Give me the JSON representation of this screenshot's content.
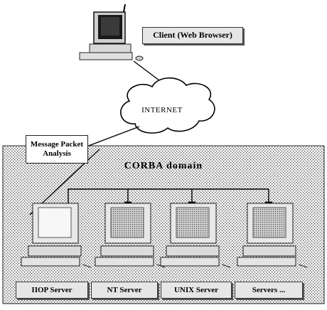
{
  "client": {
    "label": "Client (Web Browser)"
  },
  "network": {
    "label": "INTERNET"
  },
  "analysis": {
    "line1": "Message Packet",
    "line2": "Analysis"
  },
  "domain": {
    "title": "CORBA domain"
  },
  "servers": [
    {
      "label": "IIOP Server"
    },
    {
      "label": "NT Server"
    },
    {
      "label": "UNIX Server"
    },
    {
      "label": "Servers ..."
    }
  ]
}
